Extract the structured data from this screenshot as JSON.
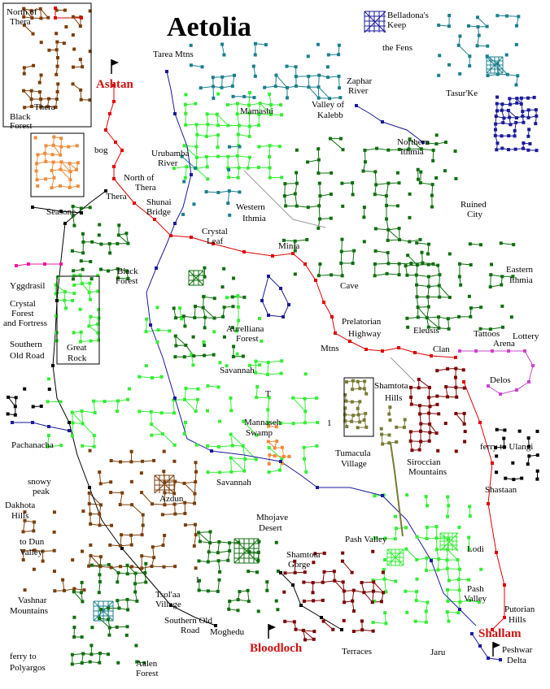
{
  "title": "Aetolia",
  "colors": {
    "black": "#000000",
    "red": "#e00000",
    "brown": "#7a3e0a",
    "lightgreen": "#33ee33",
    "darkgreen": "#0f6e0f",
    "teal": "#1a7f8c",
    "navy": "#1a1a9a",
    "magenta": "#ee1aa0",
    "orange": "#ee8c3c",
    "darkred": "#7a0000",
    "olive": "#7a7a36",
    "violet": "#cc44cc",
    "grey": "#999999"
  },
  "cities": [
    {
      "name": "Ashtan"
    },
    {
      "name": "Bloodloch"
    },
    {
      "name": "Shallam"
    }
  ],
  "labels": [
    {
      "text": "North of",
      "color": "black"
    },
    {
      "text": "Thera",
      "color": "black"
    },
    {
      "text": "Thera",
      "color": "black"
    },
    {
      "text": "Black",
      "color": "darkgreen"
    },
    {
      "text": "Forest",
      "color": "darkgreen"
    },
    {
      "text": "Tarea Mtns",
      "color": "black"
    },
    {
      "text": "Belladona's",
      "color": "black"
    },
    {
      "text": "Keep",
      "color": "black"
    },
    {
      "text": "the Fens",
      "color": "orange"
    },
    {
      "text": "Zaphar",
      "color": "navy"
    },
    {
      "text": "River",
      "color": "navy"
    },
    {
      "text": "Tasur'Ke",
      "color": "black"
    },
    {
      "text": "Mamashi",
      "color": "black"
    },
    {
      "text": "Valley of",
      "color": "black"
    },
    {
      "text": "Kalebb",
      "color": "black"
    },
    {
      "text": "bog",
      "color": "black"
    },
    {
      "text": "Urubamba",
      "color": "navy"
    },
    {
      "text": "River",
      "color": "navy"
    },
    {
      "text": "North of",
      "color": "black"
    },
    {
      "text": "Thera",
      "color": "black"
    },
    {
      "text": "Northern",
      "color": "darkgreen"
    },
    {
      "text": "Ithmia",
      "color": "darkgreen"
    },
    {
      "text": "Thera",
      "color": "black"
    },
    {
      "text": "Shunai",
      "color": "black"
    },
    {
      "text": "Bridge",
      "color": "black"
    },
    {
      "text": "Seasone",
      "color": "black"
    },
    {
      "text": "Western",
      "color": "darkgreen"
    },
    {
      "text": "Ithmia",
      "color": "darkgreen"
    },
    {
      "text": "Crystal",
      "color": "black"
    },
    {
      "text": "Leaf",
      "color": "black"
    },
    {
      "text": "Ruined",
      "color": "black"
    },
    {
      "text": "City",
      "color": "black"
    },
    {
      "text": "Minia",
      "color": "black"
    },
    {
      "text": "Black",
      "color": "darkgreen"
    },
    {
      "text": "Forest",
      "color": "darkgreen"
    },
    {
      "text": "Eastern",
      "color": "darkgreen"
    },
    {
      "text": "Ithmia",
      "color": "darkgreen"
    },
    {
      "text": "Yggdrasil",
      "color": "magenta"
    },
    {
      "text": "Cave",
      "color": "black"
    },
    {
      "text": "Crystal",
      "color": "black"
    },
    {
      "text": "Forest",
      "color": "black"
    },
    {
      "text": "and Fortress",
      "color": "black"
    },
    {
      "text": "Aurelliana",
      "color": "darkgreen"
    },
    {
      "text": "Forest",
      "color": "darkgreen"
    },
    {
      "text": "Prelatorian",
      "color": "red"
    },
    {
      "text": "Highway",
      "color": "red"
    },
    {
      "text": "Eleusis",
      "color": "black"
    },
    {
      "text": "Tattoos",
      "color": "black"
    },
    {
      "text": "Lottery",
      "color": "black"
    },
    {
      "text": "Southern",
      "color": "black"
    },
    {
      "text": "Old Road",
      "color": "black"
    },
    {
      "text": "Great",
      "color": "black"
    },
    {
      "text": "Rock",
      "color": "black"
    },
    {
      "text": "Mtns",
      "color": "black"
    },
    {
      "text": "Clan",
      "color": "black"
    },
    {
      "text": "Arena",
      "color": "black"
    },
    {
      "text": "Savannah",
      "color": "black"
    },
    {
      "text": "Delos",
      "color": "black"
    },
    {
      "text": "Shamtota",
      "color": "black"
    },
    {
      "text": "Hills",
      "color": "black"
    },
    {
      "text": "Pachanacha",
      "color": "navy"
    },
    {
      "text": "Mannaseh",
      "color": "black"
    },
    {
      "text": "Swamp",
      "color": "black"
    },
    {
      "text": "Tumacula",
      "color": "black"
    },
    {
      "text": "Village",
      "color": "black"
    },
    {
      "text": "ferry to Ulangi",
      "color": "black"
    },
    {
      "text": "Siroccian",
      "color": "black"
    },
    {
      "text": "Mountains",
      "color": "black"
    },
    {
      "text": "snowy",
      "color": "black"
    },
    {
      "text": "peak",
      "color": "black"
    },
    {
      "text": "Azdun",
      "color": "black"
    },
    {
      "text": "Savannah",
      "color": "black"
    },
    {
      "text": "Shastaan",
      "color": "black"
    },
    {
      "text": "Dakhota",
      "color": "black"
    },
    {
      "text": "Hills",
      "color": "black"
    },
    {
      "text": "Mhojave",
      "color": "black"
    },
    {
      "text": "Desert",
      "color": "black"
    },
    {
      "text": "Pash Valley",
      "color": "black"
    },
    {
      "text": "Lodi",
      "color": "black"
    },
    {
      "text": "to Dun",
      "color": "black"
    },
    {
      "text": "Valley",
      "color": "black"
    },
    {
      "text": "Shamtota",
      "color": "black"
    },
    {
      "text": "Gorge",
      "color": "black"
    },
    {
      "text": "Pash",
      "color": "black"
    },
    {
      "text": "Valley",
      "color": "black"
    },
    {
      "text": "Tsol'aa",
      "color": "black"
    },
    {
      "text": "Village",
      "color": "black"
    },
    {
      "text": "Vashnar",
      "color": "black"
    },
    {
      "text": "Mountains",
      "color": "black"
    },
    {
      "text": "Putorian",
      "color": "black"
    },
    {
      "text": "Hills",
      "color": "black"
    },
    {
      "text": "Southern Old",
      "color": "black"
    },
    {
      "text": "Road",
      "color": "black"
    },
    {
      "text": "Moghedu",
      "color": "black"
    },
    {
      "text": "Terraces",
      "color": "black"
    },
    {
      "text": "Jaru",
      "color": "black"
    },
    {
      "text": "Peshwar",
      "color": "black"
    },
    {
      "text": "Delta",
      "color": "black"
    },
    {
      "text": "ferry to",
      "color": "black"
    },
    {
      "text": "Polyargos",
      "color": "black"
    },
    {
      "text": "Aalen",
      "color": "darkgreen"
    },
    {
      "text": "Forest",
      "color": "darkgreen"
    },
    {
      "text": "1",
      "color": "navy"
    },
    {
      "text": "1",
      "color": "darkred"
    },
    {
      "text": "T",
      "color": "darkgreen"
    }
  ]
}
